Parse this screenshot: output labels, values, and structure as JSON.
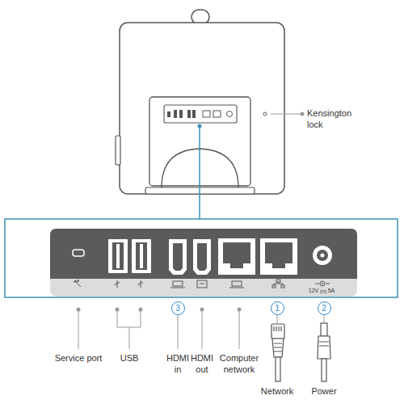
{
  "diagram": {
    "nodes": [
      {
        "text": [
          "3"
        ]
      },
      {
        "text": [
          "1"
        ]
      },
      {
        "text": [
          "2"
        ]
      }
    ],
    "labels": [
      "Kensington lock",
      "Service port",
      "USB",
      "HDMI in",
      "HDMI out",
      "Computer network",
      "Network",
      "Power",
      "12V",
      "5A"
    ]
  }
}
